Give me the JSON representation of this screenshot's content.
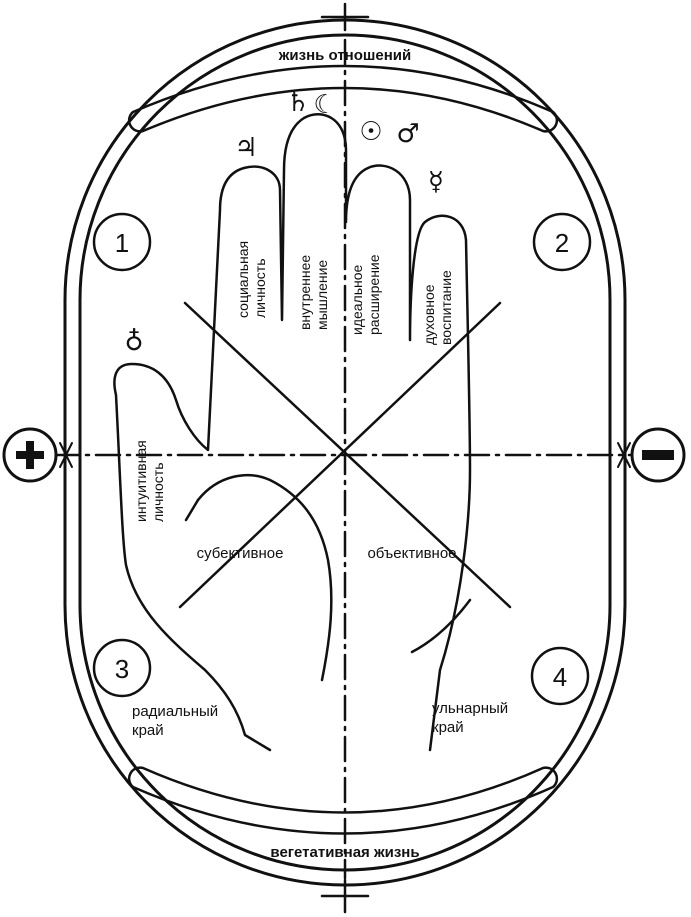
{
  "labels": {
    "top": "жизнь отношений",
    "bottom": "вегетативная жизнь",
    "subjective": "субективное",
    "objective": "объективное",
    "radial_1": "радиальный",
    "radial_2": "край",
    "ulnar_1": "ульнарный",
    "ulnar_2": "край"
  },
  "fingers": {
    "index_1": "социальная",
    "index_2": "личность",
    "middle_1": "внутреннее",
    "middle_2": "мышление",
    "ring_1": "идеальное",
    "ring_2": "расширение",
    "little_1": "духовное",
    "little_2": "воспитание",
    "thumb_1": "интуитивная",
    "thumb_2": "личность"
  },
  "quadrants": [
    "1",
    "2",
    "3",
    "4"
  ],
  "poles": {
    "plus": "+",
    "minus": "−"
  },
  "symbols": {
    "jupiter": "♃",
    "saturn": "♄",
    "moon": "☾",
    "sun": "☉",
    "mars": "♂",
    "mercury": "☿",
    "venus_thumb": "♁"
  },
  "icons": {
    "plus": "plus-icon",
    "minus": "minus-icon",
    "jupiter": "jupiter-symbol-icon",
    "saturn": "saturn-symbol-icon",
    "moon": "moon-symbol-icon",
    "sun": "sun-symbol-icon",
    "mars": "mars-symbol-icon",
    "mercury": "mercury-symbol-icon",
    "venus": "venus-symbol-icon"
  }
}
